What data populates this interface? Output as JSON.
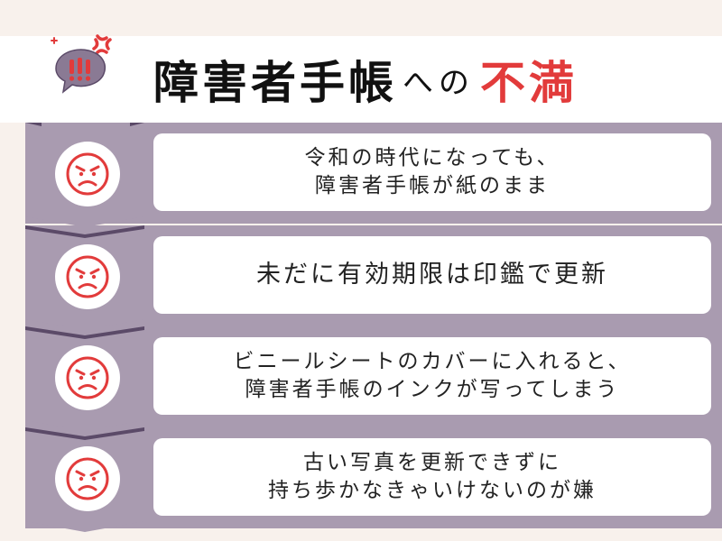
{
  "header": {
    "title_main": "障害者手帳",
    "title_sub": "への",
    "title_accent": "不満",
    "icon": "angry-speech-bubble-icon"
  },
  "items": [
    {
      "lines": [
        "令和の時代になっても、",
        "障害者手帳が紙のまま"
      ],
      "icon": "angry-face-icon"
    },
    {
      "lines": [
        "未だに有効期限は印鑑で更新"
      ],
      "icon": "angry-face-icon"
    },
    {
      "lines": [
        "ビニールシートのカバーに入れると、",
        "障害者手帳のインクが写ってしまう"
      ],
      "icon": "angry-face-icon"
    },
    {
      "lines": [
        "古い写真を更新できずに",
        "持ち歩かなきゃいけないのが嫌"
      ],
      "icon": "angry-face-icon"
    }
  ],
  "colors": {
    "ribbon": "#a99bb0",
    "ribbon_dark": "#5b4a68",
    "accent": "#e23b3b",
    "background": "#f8f1ec"
  }
}
